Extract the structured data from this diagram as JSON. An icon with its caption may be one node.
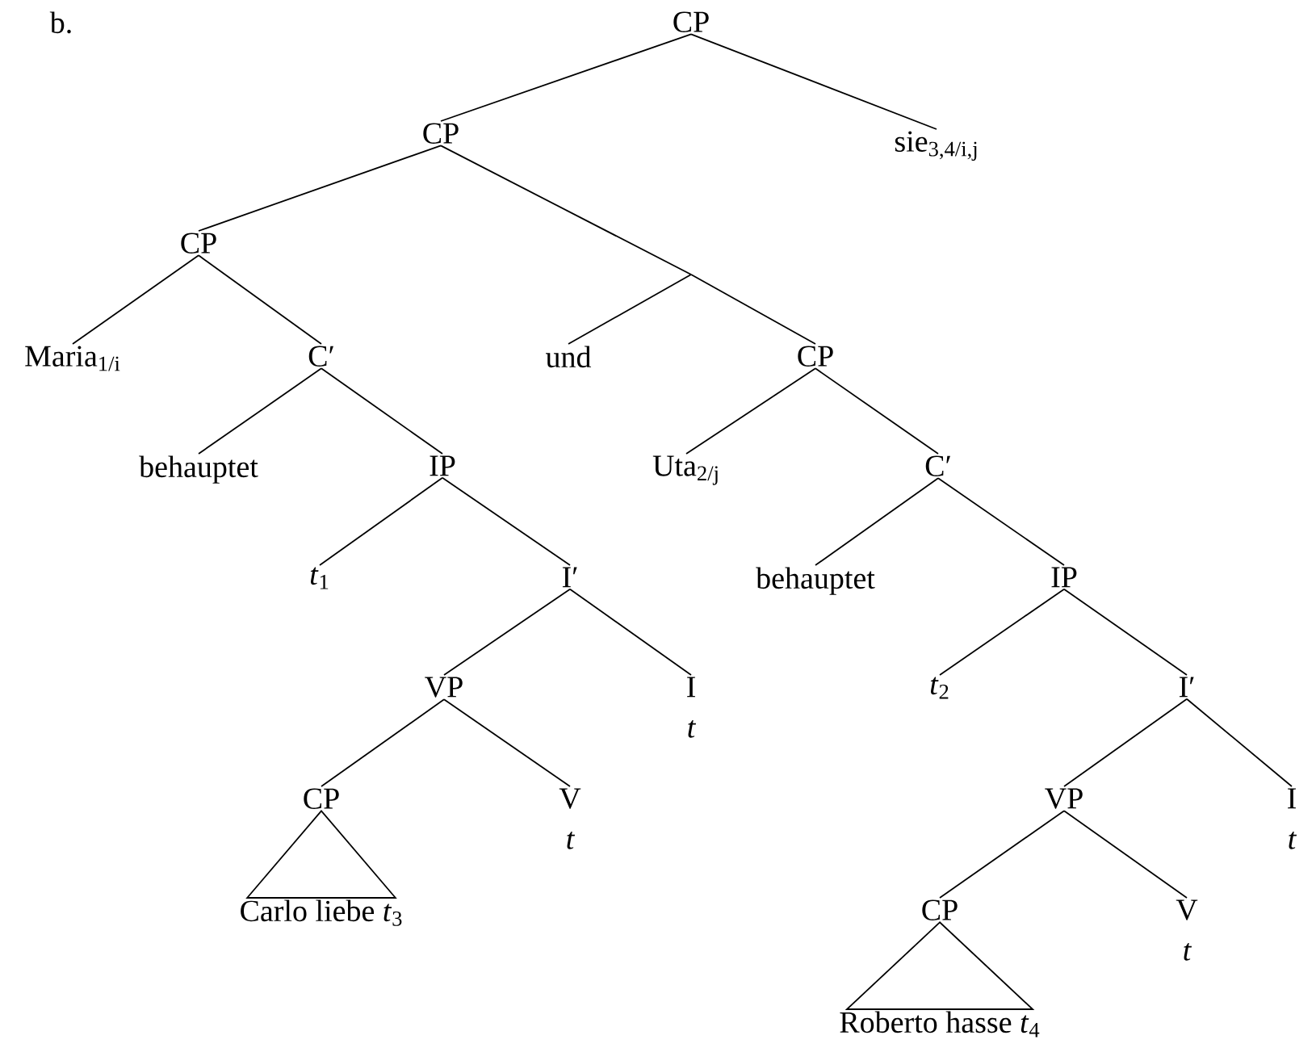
{
  "diagram": {
    "nodes": [
      {
        "text": [
          "CP"
        ]
      },
      {
        "text": [
          "CP"
        ]
      },
      {
        "text": [
          "sie$_{3,4/i,j}$"
        ]
      },
      {
        "text": [
          "CP"
        ]
      },
      {
        "text": [
          "Maria$_{1/i}$"
        ]
      },
      {
        "text": [
          "C′"
        ]
      },
      {
        "text": [
          "und"
        ]
      },
      {
        "text": [
          "CP"
        ]
      },
      {
        "text": [
          "behauptet"
        ]
      },
      {
        "text": [
          "IP"
        ]
      },
      {
        "text": [
          "Uta$_{2/j}$"
        ]
      },
      {
        "text": [
          "C′"
        ]
      },
      {
        "text": [
          "*t*$_{1}$"
        ]
      },
      {
        "text": [
          "I′"
        ]
      },
      {
        "text": [
          "behauptet"
        ]
      },
      {
        "text": [
          "IP"
        ]
      },
      {
        "text": [
          "VP"
        ]
      },
      {
        "text": [
          "I",
          "t"
        ]
      },
      {
        "text": [
          "*t*$_{2}$"
        ]
      },
      {
        "text": [
          "I′"
        ]
      },
      {
        "text": [
          "CP"
        ]
      },
      {
        "text": [
          "V",
          "t"
        ]
      },
      {
        "text": [
          "VP"
        ]
      },
      {
        "text": [
          "I",
          "t"
        ]
      },
      {
        "text": [
          "Carlo liebe *t*$_{3}$"
        ]
      },
      {
        "text": [
          "CP"
        ]
      },
      {
        "text": [
          "V",
          "t"
        ]
      },
      {
        "text": [
          "Roberto hasse *t*$_{4}$"
        ]
      }
    ],
    "edges": [
      {
        "from": 0,
        "to": 1,
        "arrow": "none"
      },
      {
        "from": 0,
        "to": 2,
        "arrow": "none"
      },
      {
        "from": 1,
        "to": 3,
        "arrow": "none"
      },
      {
        "from": 1,
        "to": 6,
        "arrow": "none"
      },
      {
        "from": 1,
        "to": 7,
        "arrow": "none"
      },
      {
        "from": 3,
        "to": 4,
        "arrow": "none"
      },
      {
        "from": 3,
        "to": 5,
        "arrow": "none"
      },
      {
        "from": 5,
        "to": 8,
        "arrow": "none"
      },
      {
        "from": 5,
        "to": 9,
        "arrow": "none"
      },
      {
        "from": 7,
        "to": 10,
        "arrow": "none"
      },
      {
        "from": 7,
        "to": 11,
        "arrow": "none"
      },
      {
        "from": 9,
        "to": 12,
        "arrow": "none"
      },
      {
        "from": 9,
        "to": 13,
        "arrow": "none"
      },
      {
        "from": 11,
        "to": 14,
        "arrow": "none"
      },
      {
        "from": 11,
        "to": 15,
        "arrow": "none"
      },
      {
        "from": 13,
        "to": 16,
        "arrow": "none"
      },
      {
        "from": 13,
        "to": 17,
        "arrow": "none"
      },
      {
        "from": 15,
        "to": 18,
        "arrow": "none"
      },
      {
        "from": 15,
        "to": 19,
        "arrow": "none"
      },
      {
        "from": 16,
        "to": 20,
        "arrow": "none"
      },
      {
        "from": 16,
        "to": 21,
        "arrow": "none"
      },
      {
        "from": 19,
        "to": 22,
        "arrow": "none"
      },
      {
        "from": 19,
        "to": 23,
        "arrow": "none"
      },
      {
        "from": 20,
        "to": 24,
        "arrow": "none"
      },
      {
        "from": 22,
        "to": 25,
        "arrow": "none"
      },
      {
        "from": 22,
        "to": 26,
        "arrow": "none"
      },
      {
        "from": 25,
        "to": 27,
        "arrow": "none"
      }
    ],
    "labels": [
      "b."
    ]
  }
}
